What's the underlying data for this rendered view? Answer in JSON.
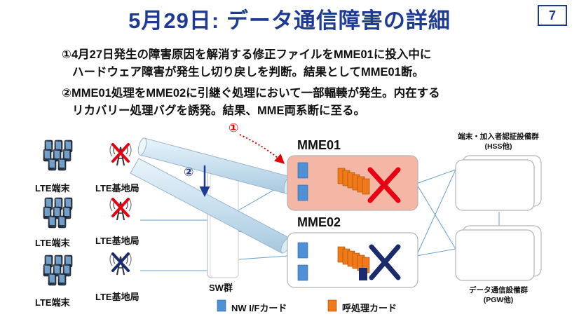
{
  "header": {
    "title": "5月29日: データ通信障害の詳細",
    "page_number": "7"
  },
  "bullets": [
    {
      "line1": "①4月27日発生の障害原因を解消する修正ファイルをMME01に投入中に",
      "line2": "ハードウェア障害が発生し切り戻しを判断。結果としてMME01断。"
    },
    {
      "line1": "②MME01処理をMME02に引継ぐ処理において一部輻輳が発生。内在する",
      "line2": "リカバリー処理バグを誘発。結果、MME両系断に至る。"
    }
  ],
  "diagram": {
    "terminal_label": "LTE端末",
    "base_station_label": "LTE基地局",
    "switch_label": "SW群",
    "mme01_label": "MME01",
    "mme02_label": "MME02",
    "marker1": "①",
    "marker2": "②",
    "hss_label_line1": "端末・加入者認証設備群",
    "hss_label_line2": "(HSS他)",
    "pgw_label_line1": "データ通信設備群",
    "pgw_label_line2": "(PGW他)"
  },
  "legend": {
    "nw_card": "NW I/Fカード",
    "call_card": "呼処理カード"
  },
  "colors": {
    "title_blue": "#1f3a93",
    "red_marker": "#e00000",
    "nw_card_blue": "#4f8fd6",
    "call_card_orange": "#f07a1a",
    "mme01_fill": "#f4b7a6",
    "x_red": "#e60012",
    "x_navy": "#1a2a6c"
  }
}
